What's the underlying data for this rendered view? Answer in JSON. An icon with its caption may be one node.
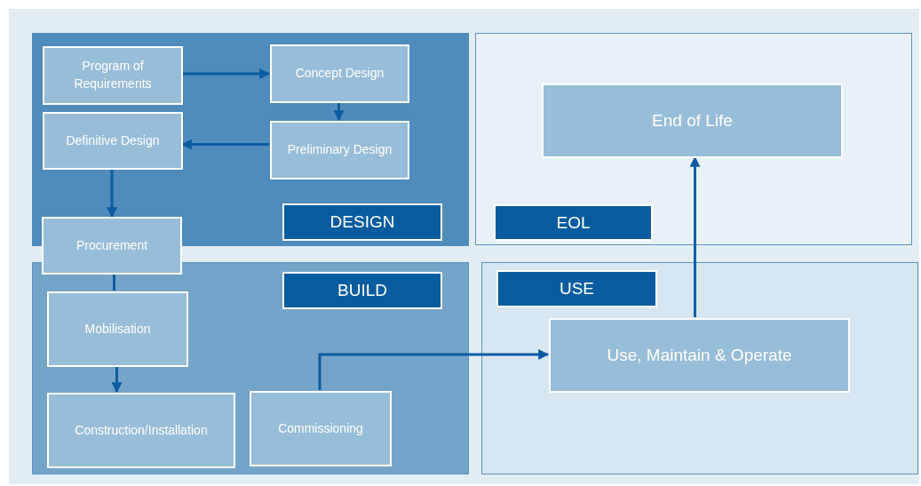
{
  "diagram": {
    "nodes": [
      {
        "text": [
          "DESIGN"
        ]
      },
      {
        "text": [
          "Program of Requirements"
        ],
        "in": 0
      },
      {
        "text": [
          "Concept Design"
        ],
        "in": 0
      },
      {
        "text": [
          "Definitive Design"
        ],
        "in": 0
      },
      {
        "text": [
          "Preliminary Design"
        ],
        "in": 0
      },
      {
        "text": [
          "Procurement"
        ]
      },
      {
        "text": [
          "EOL"
        ]
      },
      {
        "text": [
          "End of Life"
        ],
        "in": 6
      },
      {
        "text": [
          "BUILD"
        ]
      },
      {
        "text": [
          "Mobilisation"
        ],
        "in": 8
      },
      {
        "text": [
          "Construction/Installation"
        ],
        "in": 8
      },
      {
        "text": [
          "Commissioning"
        ],
        "in": 8
      },
      {
        "text": [
          "USE"
        ]
      },
      {
        "text": [
          "Use, Maintain & Operate"
        ],
        "in": 12
      }
    ],
    "edges": [
      {
        "from": 1,
        "to": 2,
        "arrow": "to"
      },
      {
        "from": 2,
        "to": 4,
        "arrow": "to"
      },
      {
        "from": 4,
        "to": 3,
        "arrow": "to"
      },
      {
        "from": 3,
        "to": 5,
        "arrow": "to"
      },
      {
        "from": 5,
        "to": 9,
        "arrow": "none"
      },
      {
        "from": 9,
        "to": 10,
        "arrow": "to"
      },
      {
        "from": 11,
        "to": 13,
        "arrow": "to"
      },
      {
        "from": 13,
        "to": 7,
        "arrow": "to"
      }
    ]
  }
}
